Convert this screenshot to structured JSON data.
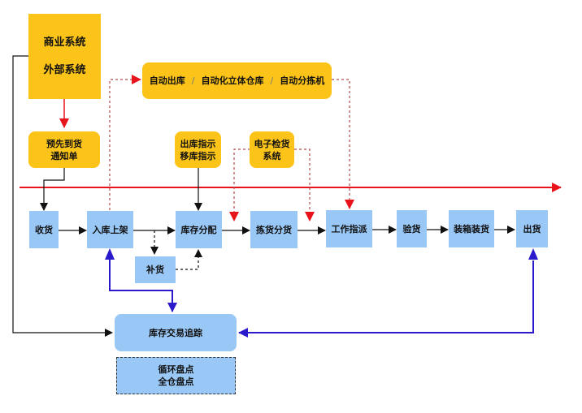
{
  "colors": {
    "system_box": "#fcc419",
    "process_box": "#99c8f7",
    "timeline": "#e8131b",
    "control_flow_dashed": "#c0392b",
    "material_flow": "#111111",
    "tracking_flow": "#2a1acc"
  },
  "systems": {
    "business_system": {
      "line1": "商业系统",
      "line2": "外部系统"
    },
    "asn": {
      "line1": "预先到货",
      "line2": "通知单"
    },
    "automation": {
      "item1": "自动出库",
      "sep1": "/",
      "item2": "自动化立体仓库",
      "sep2": "/",
      "item3": "自动分拣机"
    },
    "instructions": {
      "line1": "出库指示",
      "line2": "移库指示"
    },
    "electronic_check": {
      "line1": "电子检货",
      "line2": "系统"
    }
  },
  "process_steps": [
    {
      "id": "receiving",
      "label": "收货"
    },
    {
      "id": "putaway",
      "label": "入库上架"
    },
    {
      "id": "allocation",
      "label": "库存分配"
    },
    {
      "id": "picking",
      "label": "拣货分货"
    },
    {
      "id": "dispatch",
      "label": "工作指派"
    },
    {
      "id": "inspection",
      "label": "验货"
    },
    {
      "id": "packing",
      "label": "装箱装货"
    },
    {
      "id": "shipping",
      "label": "出货"
    }
  ],
  "replenishment": {
    "label": "补货"
  },
  "tracking": {
    "label": "库存交易追踪"
  },
  "counting": {
    "line1": "循环盘点",
    "line2": "全仓盘点"
  }
}
